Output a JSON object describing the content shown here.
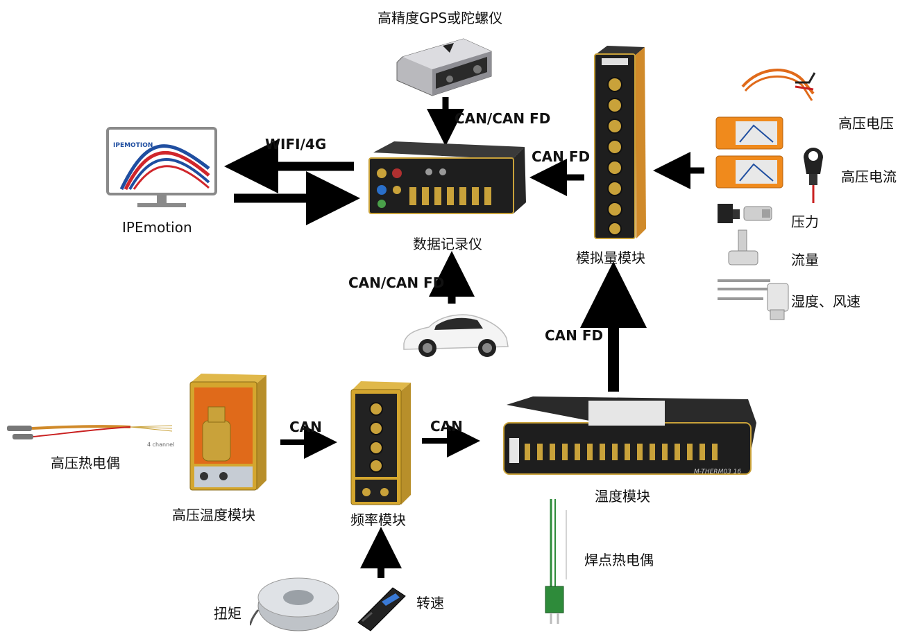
{
  "nodes": {
    "gps": "高精度GPS或陀螺仪",
    "ipemotion": "IPEmotion",
    "ipemotion_logo": "IPEMOTION",
    "logger": "数据记录仪",
    "analog": "模拟量模块",
    "vehicle": "",
    "hv_temp": "高压温度模块",
    "freq": "频率模块",
    "temp": "温度模块",
    "hv_thermocouple": "高压热电偶",
    "weld_thermocouple": "焊点热电偶",
    "torque": "扭矩",
    "speed": "转速",
    "hv_voltage": "高压电压",
    "hv_current": "高压电流",
    "pressure": "压力",
    "flow": "流量",
    "humidity": "湿度、风速"
  },
  "edges": {
    "gps_logger": "CAN/CAN FD",
    "wifi": "WIFI/4G",
    "analog_logger": "CAN FD",
    "vehicle_logger": "CAN/CAN FD",
    "temp_analog": "CAN FD",
    "hvtemp_freq": "CAN",
    "freq_temp": "CAN"
  },
  "device_markings": {
    "temp_module": "M-THERM03 16",
    "thermocouple_connector": "4 channel"
  },
  "colors": {
    "arrow": "#000000",
    "gold": "#c9a23a",
    "orange": "#f08a1c",
    "device_dark": "#1c1c1c",
    "logo_blue": "#1f4ea0",
    "logo_red": "#d0262b"
  }
}
